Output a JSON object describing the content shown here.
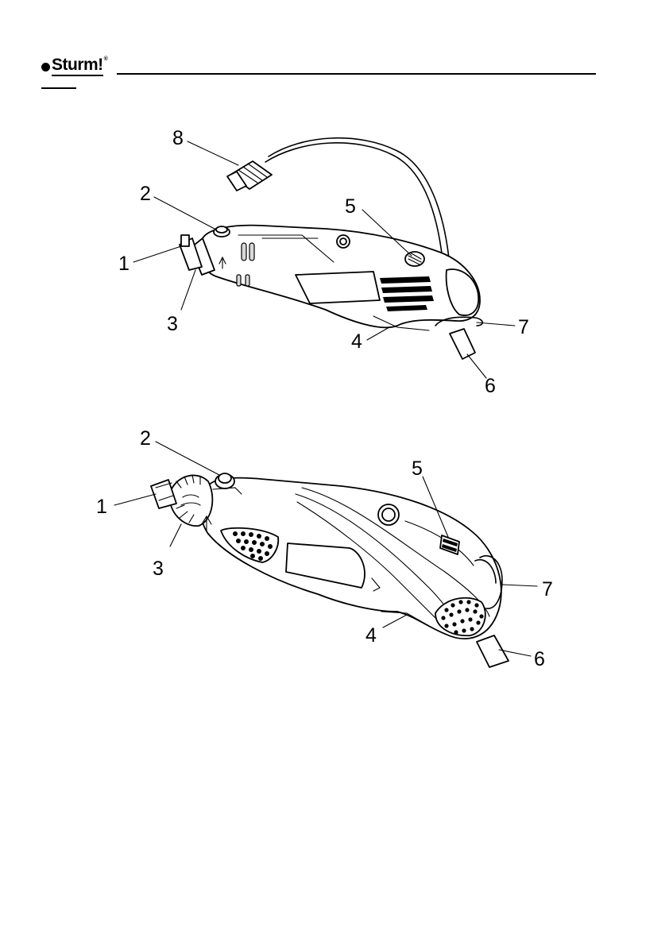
{
  "header": {
    "brand": "Sturm!",
    "brand_mark": "®"
  },
  "figures": [
    {
      "callouts": [
        "1",
        "2",
        "3",
        "4",
        "5",
        "6",
        "7",
        "8"
      ]
    },
    {
      "callouts": [
        "1",
        "2",
        "3",
        "4",
        "5",
        "6",
        "7"
      ]
    }
  ]
}
